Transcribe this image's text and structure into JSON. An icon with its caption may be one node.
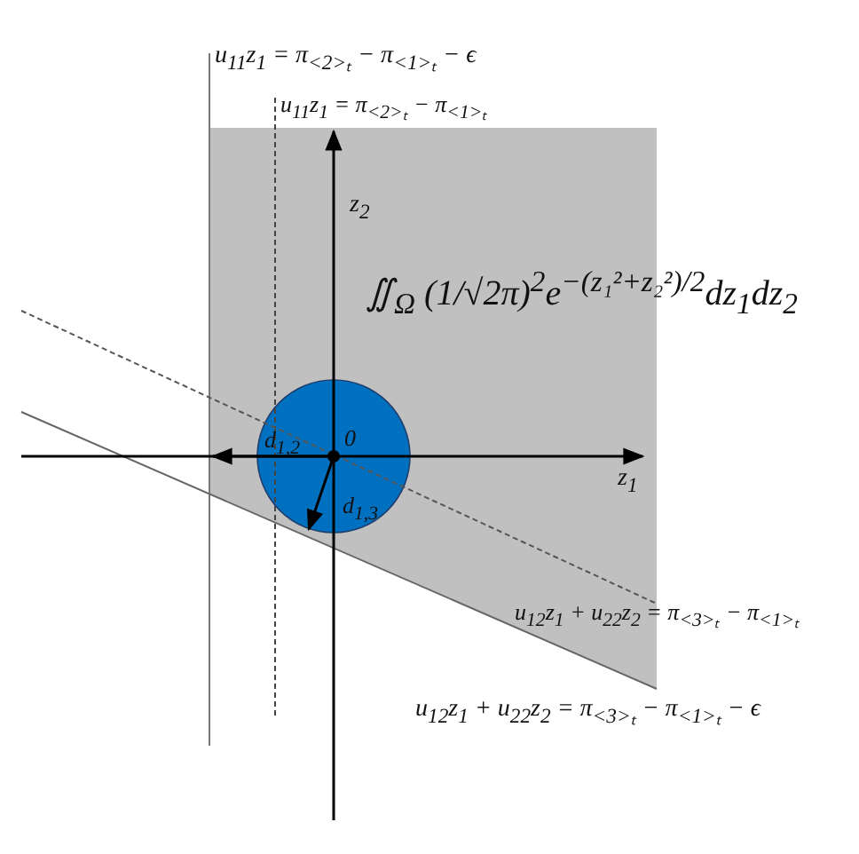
{
  "diagram": {
    "labels": [
      "u$_{11}$z$_{1}$ = π$_{<2>ₜ}$ − π$_{<1>ₜ}$ − ϵ",
      "u$_{11}$z$_{1}$ = π$_{<2>ₜ}$ − π$_{<1>ₜ}$",
      "z$_{2}$",
      "∬$_{Ω}$ (1/√2π)$^{2}$e$^{−(z₁²+z₂²)/2}$dz$_{1}$dz$_{2}$",
      "d$_{1,2}$",
      "0",
      "z$_{1}$",
      "d$_{1,3}$",
      "u$_{12}$z$_{1}$ + u$_{22}$z$_{2}$ = π$_{<3>ₜ}$ − π$_{<1>ₜ}$",
      "u$_{12}$z$_{1}$ + u$_{22}$z$_{2}$ = π$_{<3>ₜ}$ − π$_{<1>ₜ}$ − ϵ"
    ]
  }
}
